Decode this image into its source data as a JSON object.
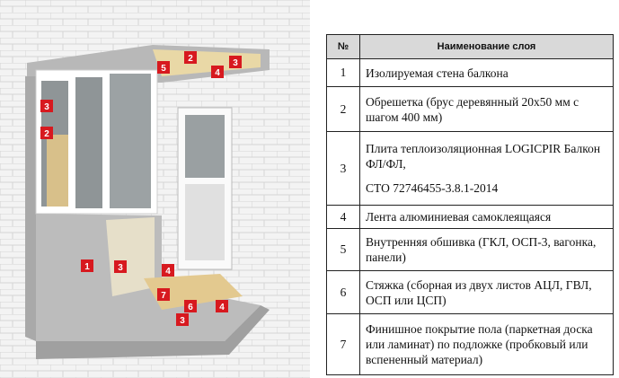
{
  "illustration": {
    "markers": [
      {
        "label": "5"
      },
      {
        "label": "2"
      },
      {
        "label": "4"
      },
      {
        "label": "3"
      },
      {
        "label": "3"
      },
      {
        "label": "2"
      },
      {
        "label": "1"
      },
      {
        "label": "3"
      },
      {
        "label": "4"
      },
      {
        "label": "7"
      },
      {
        "label": "6"
      },
      {
        "label": "4"
      },
      {
        "label": "3"
      }
    ]
  },
  "table": {
    "headers": [
      "№",
      "Наименование слоя"
    ],
    "rows": [
      {
        "num": "1",
        "lines": [
          "Изолируемая стена балкона"
        ]
      },
      {
        "num": "2",
        "lines": [
          "Обрешетка (брус деревянный 20х50 мм с шагом 400 мм)"
        ]
      },
      {
        "num": "3",
        "lines": [
          "Плита теплоизоляционная LOGICPIR Балкон ФЛ/ФЛ,",
          "СТО 72746455-3.8.1-2014"
        ]
      },
      {
        "num": "4",
        "lines": [
          "Лента алюминиевая самоклеящаяся"
        ]
      },
      {
        "num": "5",
        "lines": [
          "Внутренняя обшивка (ГКЛ, ОСП-3, вагонка, панели)"
        ]
      },
      {
        "num": "6",
        "lines": [
          "Стяжка (сборная из двух листов АЦЛ, ГВЛ, ОСП или ЦСП)"
        ]
      },
      {
        "num": "7",
        "lines": [
          "Финишное покрытие пола (паркетная доска или ламинат) по подложке (пробковый или вспененный материал)"
        ]
      }
    ]
  }
}
